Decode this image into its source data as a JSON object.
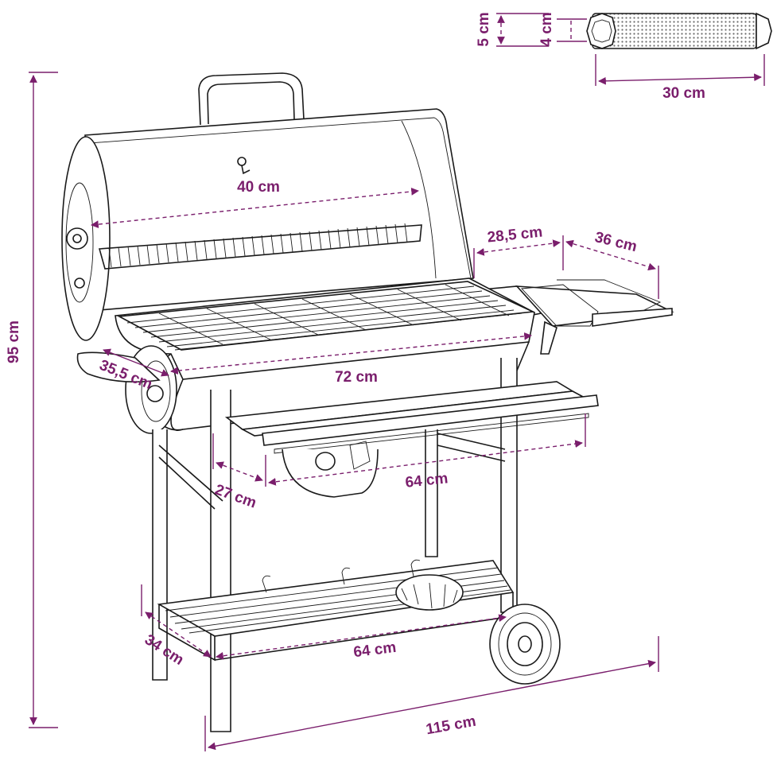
{
  "accent_color": "#7a1e6c",
  "line_color": "#1a1a1a",
  "dimensions": {
    "total_height": "95 cm",
    "grill_rack_width": "40 cm",
    "grate_width": "72 cm",
    "grate_depth": "35,5 cm",
    "side_shelf_depth": "28,5 cm",
    "side_shelf_width": "36 cm",
    "front_shelf_depth": "27 cm",
    "front_shelf_width": "64 cm",
    "bottom_shelf_depth": "34 cm",
    "bottom_shelf_width": "64 cm",
    "total_width": "115 cm",
    "tube_diameter_outer": "5 cm",
    "tube_diameter_inner": "4 cm",
    "tube_length": "30 cm"
  }
}
